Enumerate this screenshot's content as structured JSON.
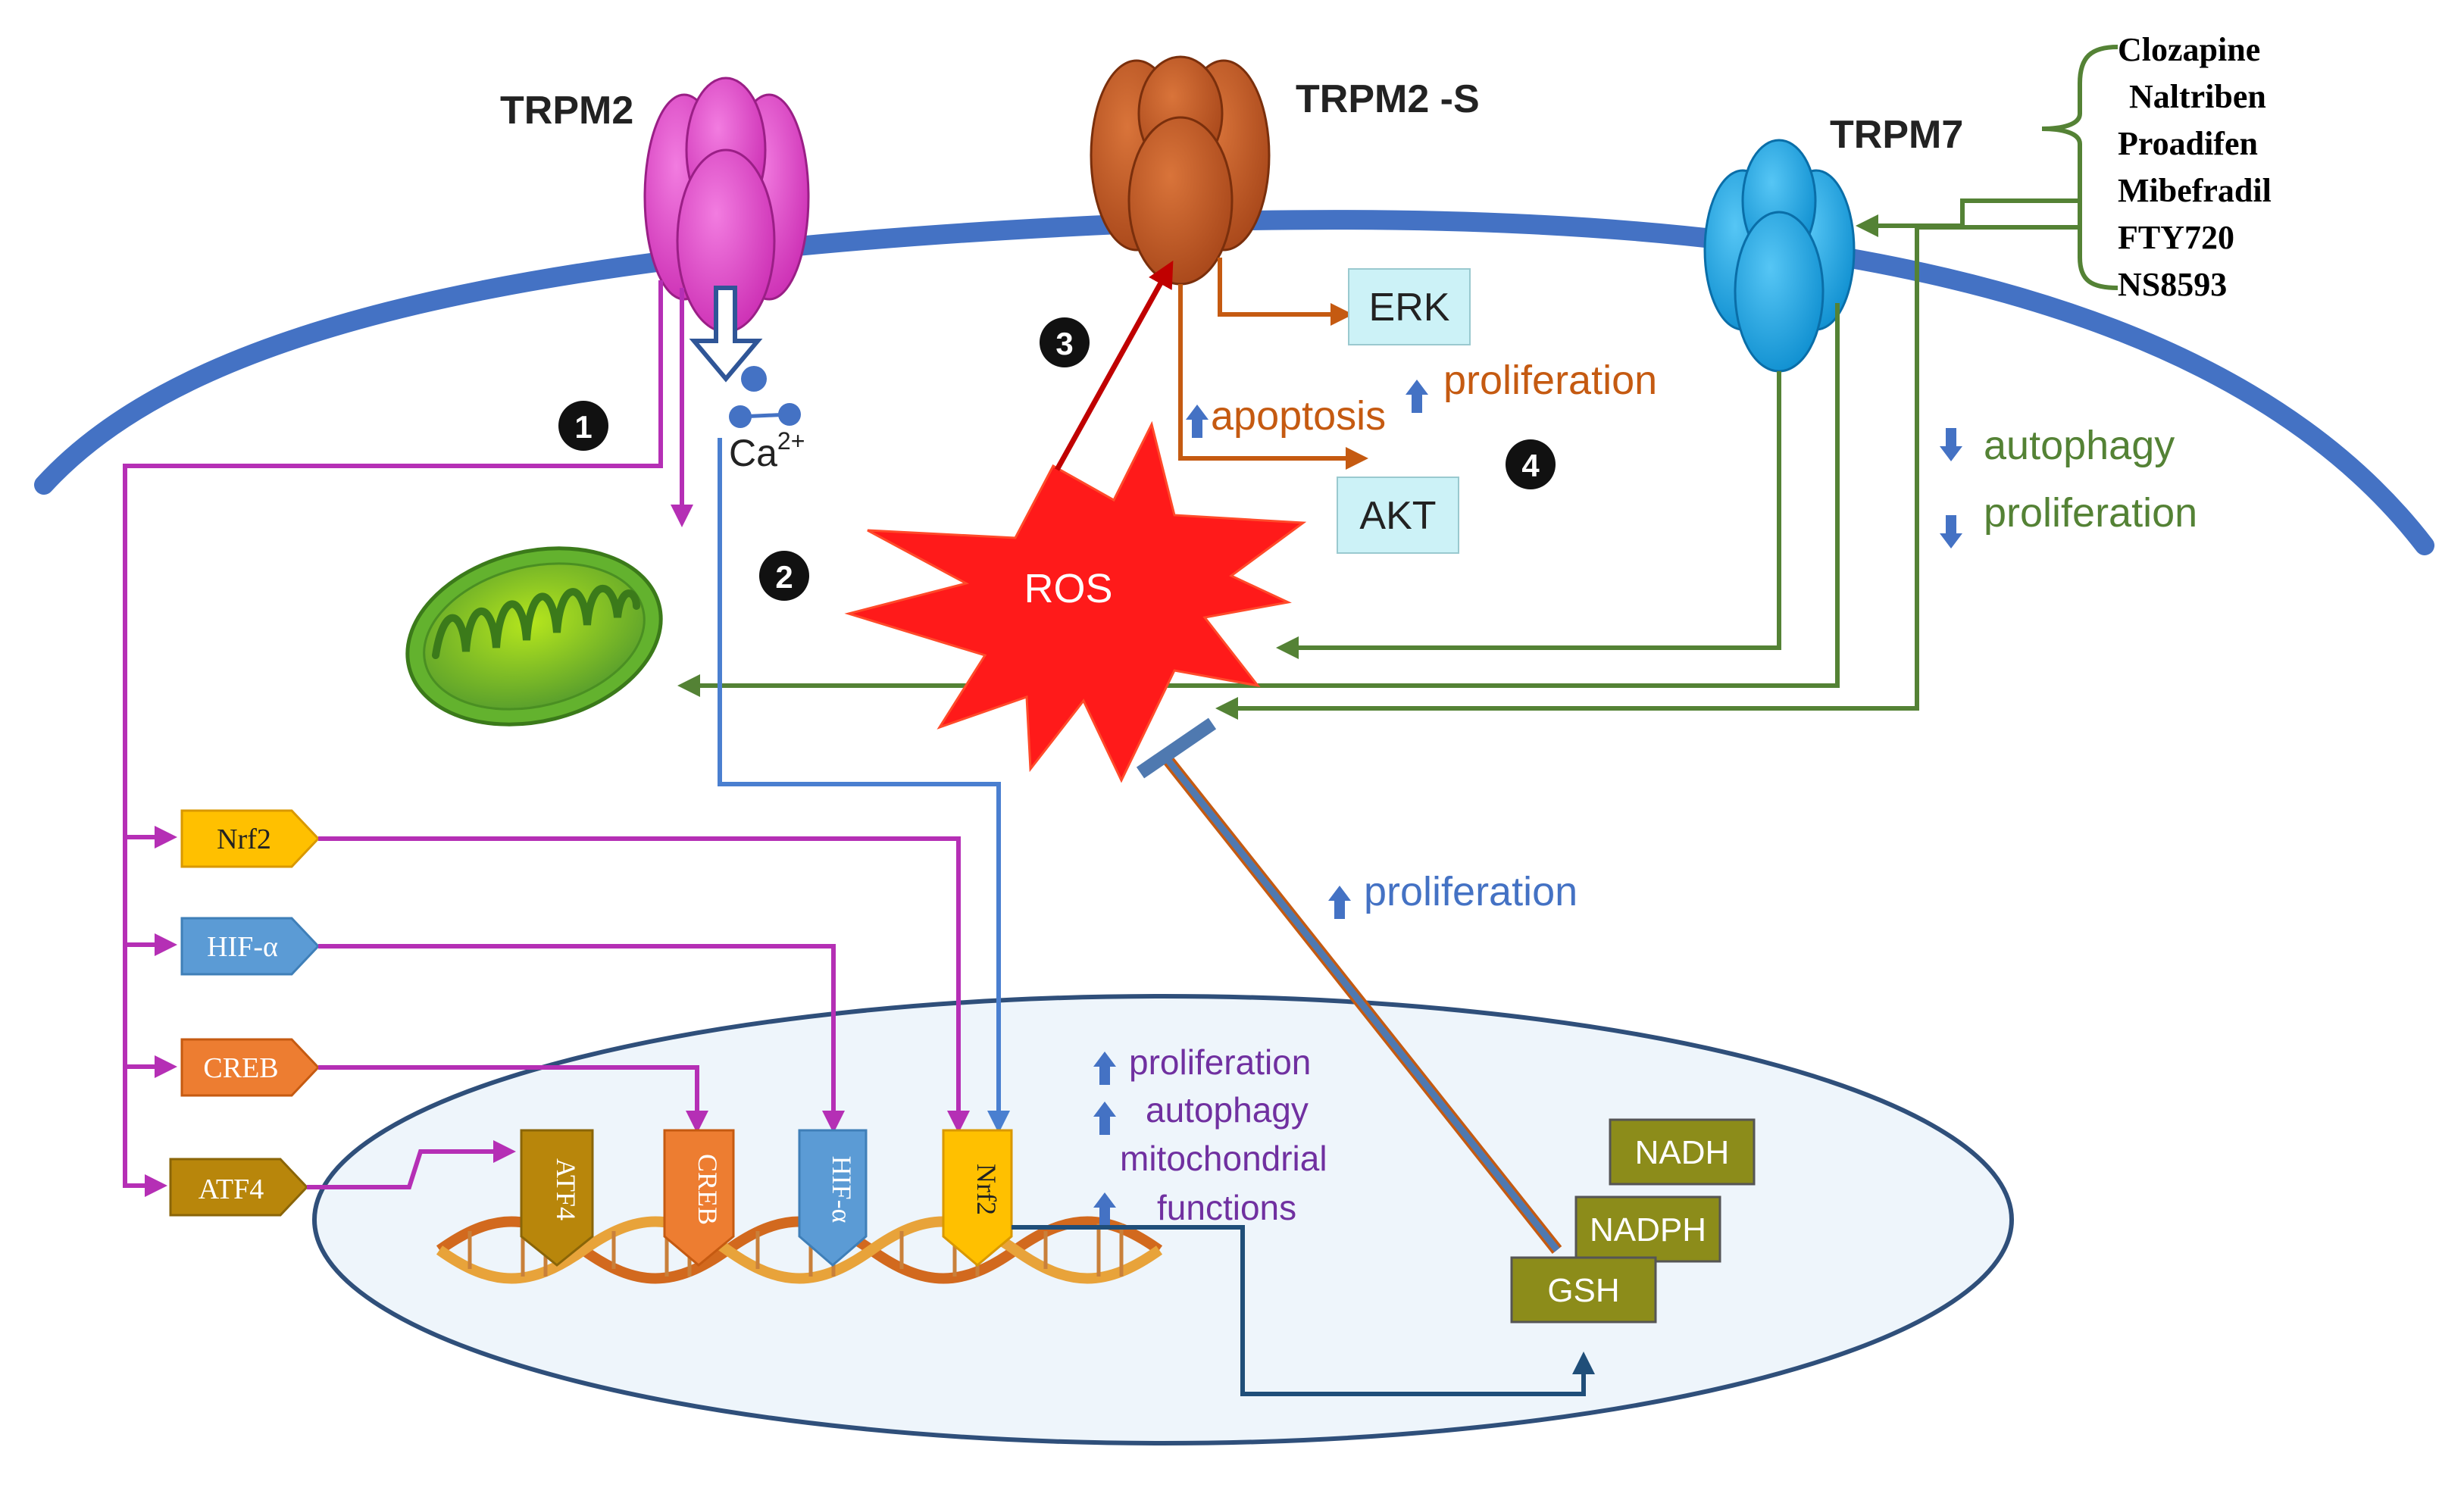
{
  "channels": {
    "trpm2": "TRPM2",
    "trpm2s": "TRPM2 -S",
    "trpm7": "TRPM7"
  },
  "inhibitors": [
    "Clozapine",
    "Naltriben",
    "Proadifen",
    "Mibefradil",
    "FTY720",
    "NS8593"
  ],
  "ion": {
    "base": "Ca",
    "charge": "2+"
  },
  "ros": "ROS",
  "kinases": {
    "erk": "ERK",
    "akt": "AKT"
  },
  "steps": [
    "1",
    "2",
    "3",
    "4"
  ],
  "trpm2s_effects": {
    "apoptosis": "apoptosis",
    "proliferation": "proliferation"
  },
  "trpm7_effects": {
    "autophagy": "autophagy",
    "proliferation": "proliferation"
  },
  "gsh_effect": "proliferation",
  "nucleus_effects": [
    "proliferation",
    "autophagy",
    "mitochondrial",
    "functions"
  ],
  "cytoplasm_tfs": [
    "Nrf2",
    "HIF-α",
    "CREB",
    "ATF4"
  ],
  "dna_tfs": [
    "ATF4",
    "CREB",
    "HIF-α",
    "Nrf2"
  ],
  "antioxidants": [
    "NADH",
    "NADPH",
    "GSH"
  ],
  "colors": {
    "trpm2": "#e03fc6",
    "trpm2s": "#c2591c",
    "trpm7": "#19a9e8",
    "membrane": "#4472c4",
    "magenta_path": "#b52fb5",
    "green_path": "#548235",
    "blue_path": "#4a7fd0",
    "dark_path": "#1f4e79",
    "orange_path": "#c55a11",
    "red_path": "#c00000",
    "ros": "#ff1a1a",
    "kinase_fill": "#ccf2f7",
    "antioxidant_fill": "#8c8c1a",
    "nucleus_fill": "#eef5fb",
    "nrf2": "#ffc000",
    "hif": "#5b9bd5",
    "creb": "#ed7d31",
    "atf4": "#b8860b",
    "purple_text": "#7030a0"
  }
}
